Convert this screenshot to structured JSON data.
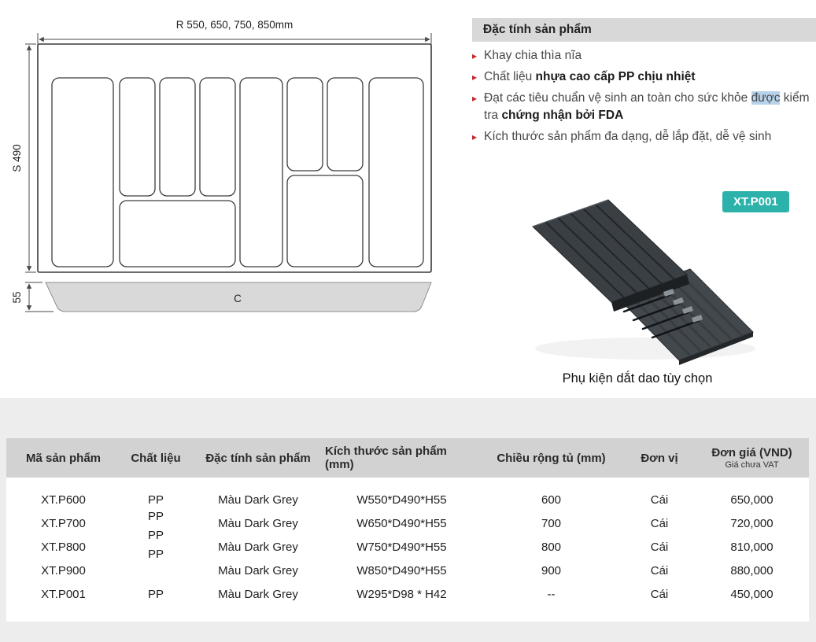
{
  "drawing": {
    "width_label": "R 550, 650, 750, 850mm",
    "depth_label": "S 490",
    "height_label": "55",
    "side_label": "C"
  },
  "features": {
    "title": "Đặc tính sản phẩm",
    "items": [
      {
        "text": "Khay chia thìa nĩa"
      },
      {
        "pre": "Chất liệu ",
        "bold": "nhựa cao cấp PP chịu nhiệt"
      },
      {
        "pre": "Đạt các tiêu chuẩn vệ sinh an toàn cho sức khỏe ",
        "highlight": "được",
        "mid": " kiểm tra ",
        "bold": "chứng nhận bởi FDA"
      },
      {
        "text": "Kích thước sản phẩm đa dạng, dễ lắp đặt, dễ vệ sinh"
      }
    ]
  },
  "product": {
    "badge": "XT.P001",
    "caption": "Phụ kiện dắt dao tùy chọn"
  },
  "table": {
    "headers": [
      "Mã sản phẩm",
      "Chất liệu",
      "Đặc tính sản phẩm",
      "Kích thước sản phẩm (mm)",
      "Chiều rộng tủ (mm)",
      "Đơn vị",
      "Đơn giá (VND)"
    ],
    "price_note": "Giá chưa VAT",
    "rows": [
      [
        "XT.P600",
        "PP",
        "Màu Dark Grey",
        "W550*D490*H55",
        "600",
        "Cái",
        "650,000"
      ],
      [
        "XT.P700",
        "PP",
        "Màu Dark Grey",
        "W650*D490*H55",
        "700",
        "Cái",
        "720,000"
      ],
      [
        "XT.P800",
        "PP",
        "Màu Dark Grey",
        "W750*D490*H55",
        "800",
        "Cái",
        "810,000"
      ],
      [
        "XT.P900",
        "PP",
        "Màu Dark Grey",
        "W850*D490*H55",
        "900",
        "Cái",
        "880,000"
      ],
      [
        "XT.P001",
        "PP",
        "Màu Dark Grey",
        "W295*D98 * H42",
        "--",
        "Cái",
        "450,000"
      ]
    ]
  },
  "colors": {
    "badge_teal": "#2cb2aa",
    "bullet_red": "#c3272b",
    "table_header_gray": "#d2d2d2",
    "highlight_blue": "#b7d3eb"
  }
}
